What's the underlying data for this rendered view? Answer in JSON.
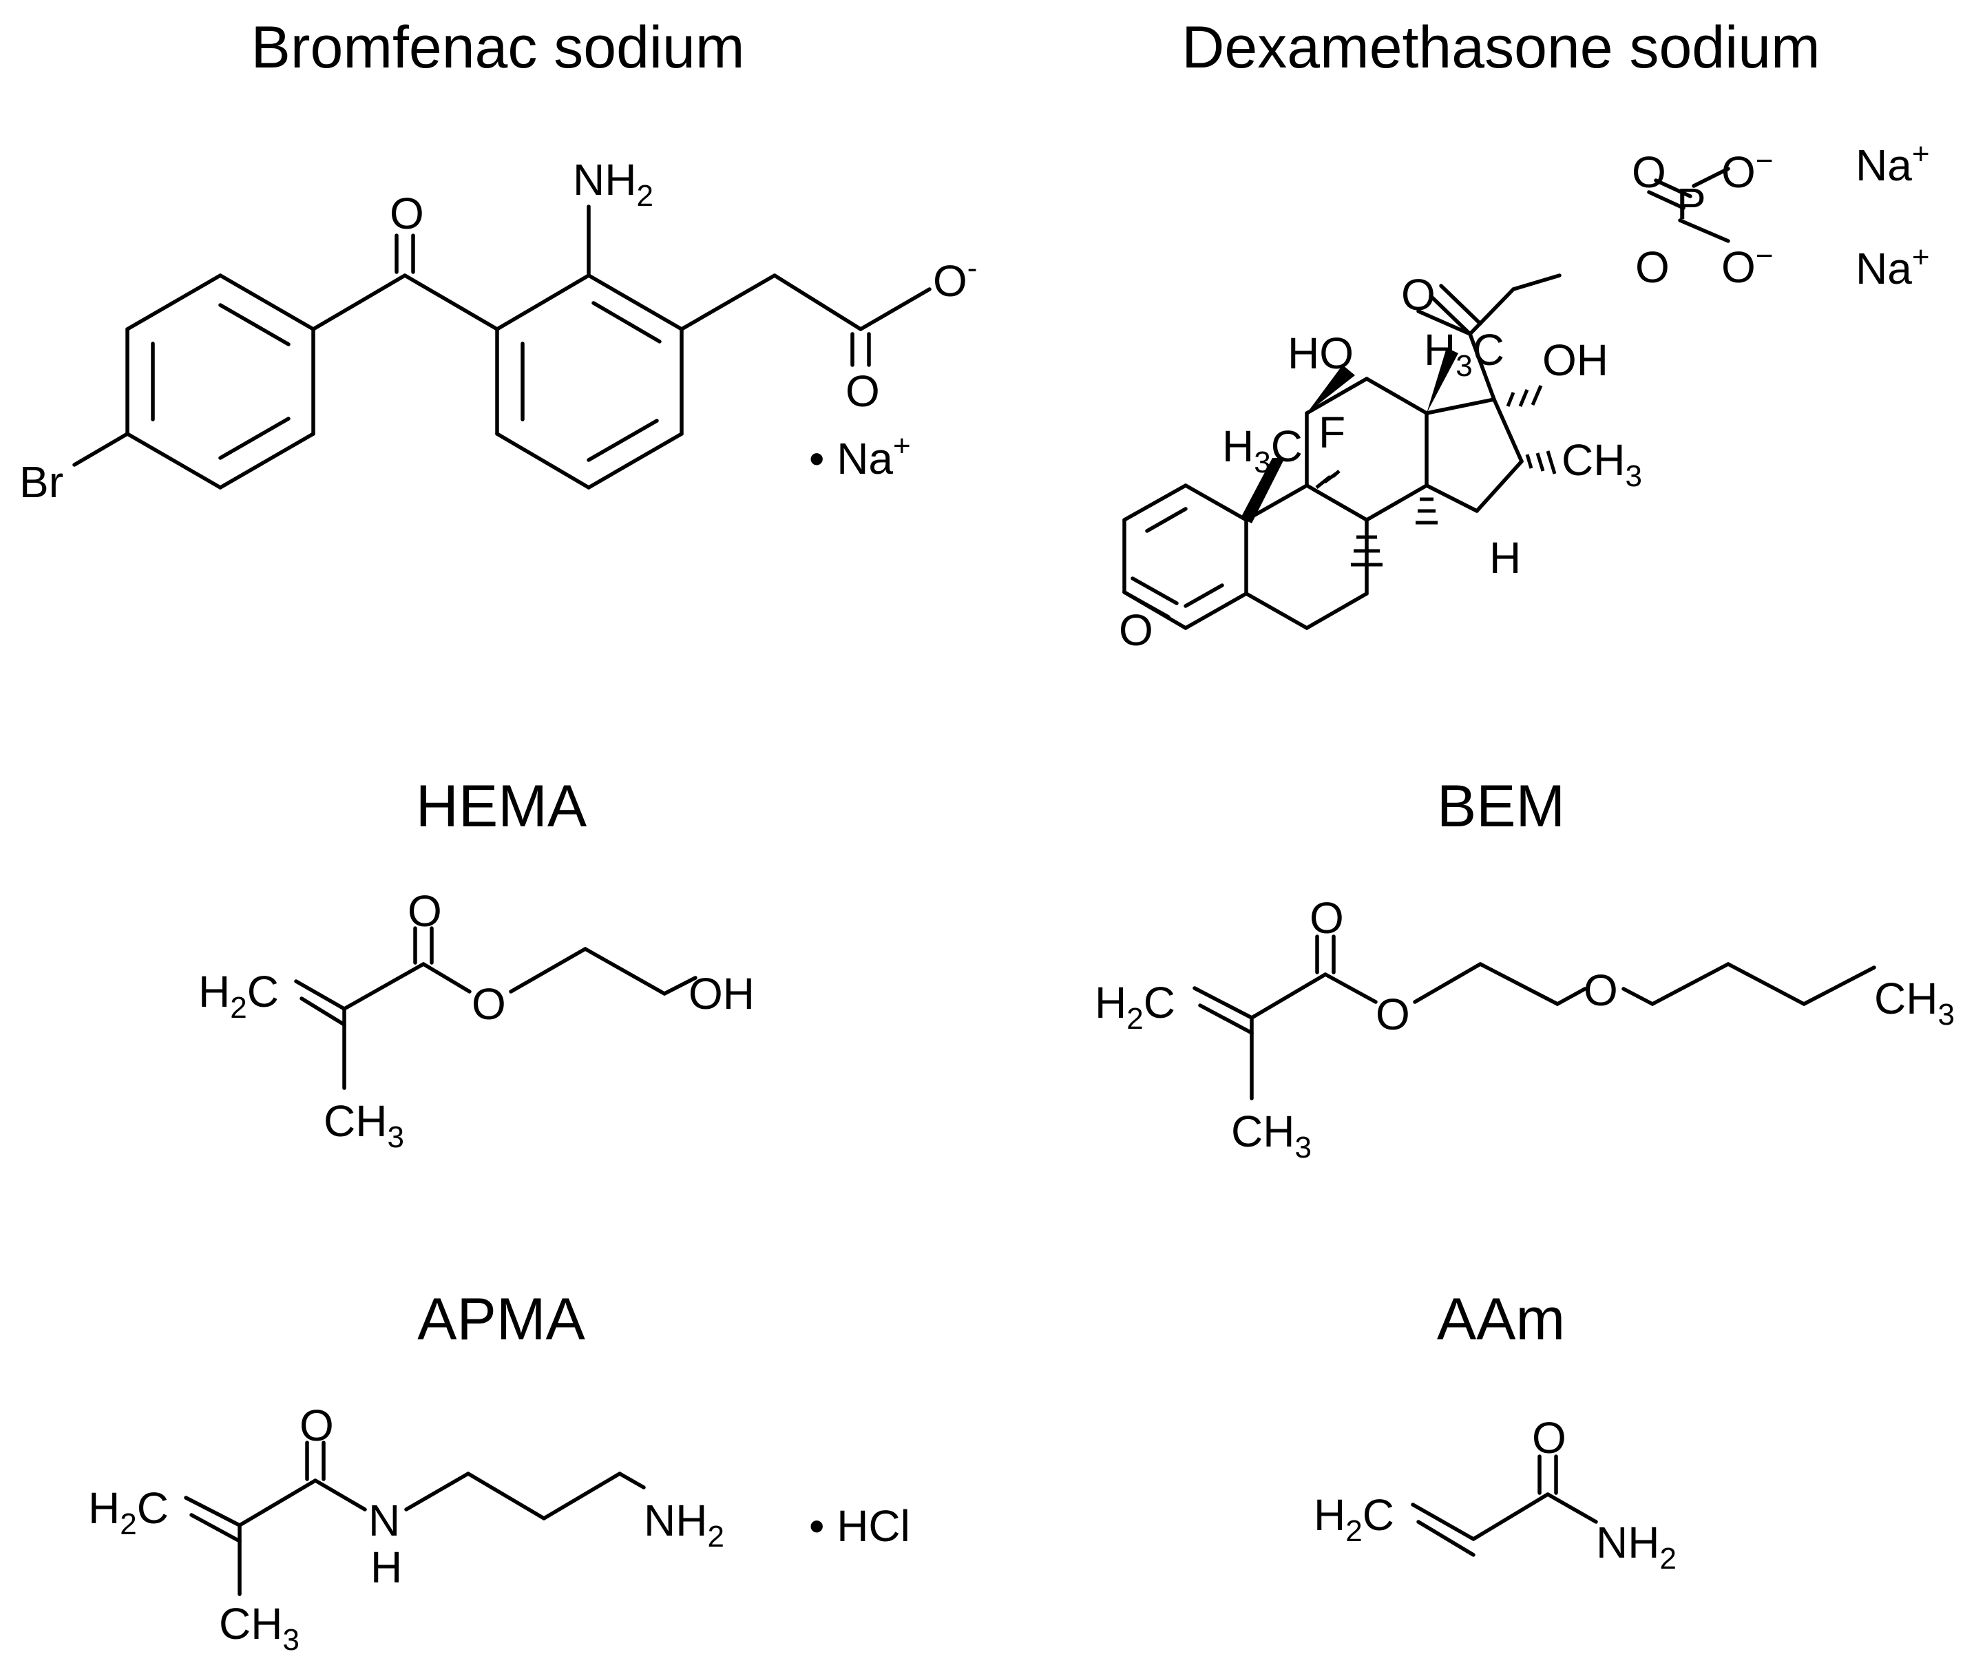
{
  "titles": {
    "bromfenac": "Bromfenac sodium",
    "dexamethasone": "Dexamethasone sodium",
    "hema": "HEMA",
    "bem": "BEM",
    "apma": "APMA",
    "aam": "AAm"
  },
  "bromfenac": {
    "br": "Br",
    "o_keto": "O",
    "nh2": "NH",
    "nh2_sub": "2",
    "o_minus": "O",
    "o_minus_sup": "-",
    "o_carbonyl": "O",
    "counterion": "• Na",
    "counterion_sup": "+"
  },
  "dexamethasone": {
    "o_p": "O",
    "o_minus1": "O",
    "minus1": "−",
    "p": "P",
    "o_ester": "O",
    "o_minus2": "O",
    "minus2": "−",
    "na1": "Na",
    "na1_sup": "+",
    "na2": "Na",
    "na2_sup": "+",
    "o_c20": "O",
    "ho": "HO",
    "h3c_c18": "H",
    "h3c_c18_sub": "3",
    "h3c_c18_c": "C",
    "oh17": "OH",
    "h3c_c19": "H",
    "h3c_c19_sub": "3",
    "h3c_c19_c": "C",
    "f": "F",
    "ch3_16": "CH",
    "ch3_16_sub": "3",
    "h14": "H",
    "o3": "O"
  },
  "hema": {
    "h2c": "H",
    "h2c_sub": "2",
    "h2c_c": "C",
    "o_carbonyl": "O",
    "o_ester": "O",
    "oh": "OH",
    "ch3": "CH",
    "ch3_sub": "3"
  },
  "bem": {
    "h2c": "H",
    "h2c_sub": "2",
    "h2c_c": "C",
    "o_carbonyl": "O",
    "o_ester": "O",
    "o_ether": "O",
    "ch3_end": "CH",
    "ch3_end_sub": "3",
    "ch3": "CH",
    "ch3_sub": "3"
  },
  "apma": {
    "h2c": "H",
    "h2c_sub": "2",
    "h2c_c": "C",
    "o_carbonyl": "O",
    "n": "N",
    "nh_h": "H",
    "nh2": "NH",
    "nh2_sub": "2",
    "ch3": "CH",
    "ch3_sub": "3",
    "hcl": "• HCl"
  },
  "aam": {
    "h2c": "H",
    "h2c_sub": "2",
    "h2c_c": "C",
    "o_carbonyl": "O",
    "nh2": "NH",
    "nh2_sub": "2"
  }
}
